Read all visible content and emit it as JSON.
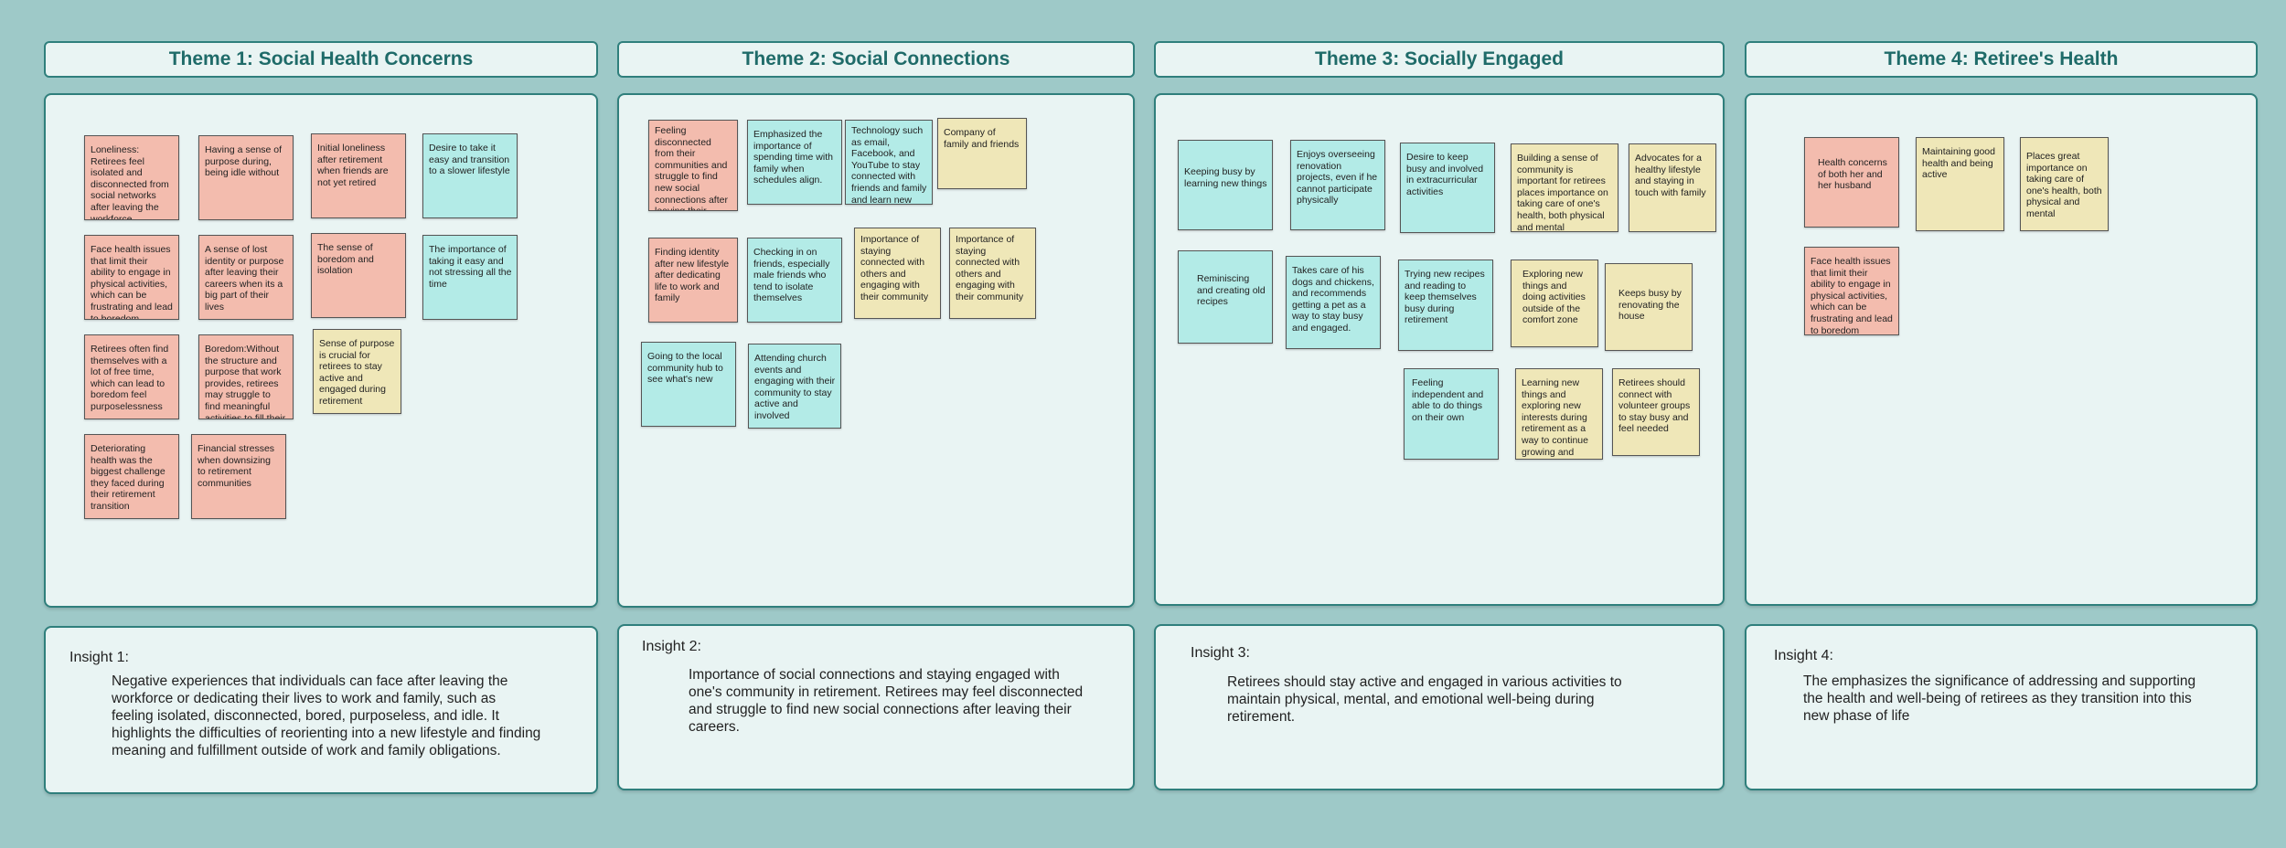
{
  "colors": {
    "background": "#9ec9c8",
    "panel": "#e9f4f3",
    "border": "#2f7f7c",
    "title_text": "#1f6b69",
    "note_pink": "#f3bcae",
    "note_teal": "#b3ebe7",
    "note_yellow": "#efe7b8"
  },
  "themes": [
    {
      "title": "Theme 1: Social Health Concerns",
      "notes": [
        {
          "text": "Loneliness: Retirees feel isolated and disconnected from social networks after leaving the workforce.",
          "color": "pink"
        },
        {
          "text": "Having a sense of purpose during, being idle without",
          "color": "pink"
        },
        {
          "text": "Initial loneliness after retirement when friends are not yet retired",
          "color": "pink"
        },
        {
          "text": "Desire to take it easy and transition to a slower lifestyle",
          "color": "teal"
        },
        {
          "text": "Face health issues that limit their ability to engage in physical activities, which can be frustrating and lead to boredom",
          "color": "pink"
        },
        {
          "text": "A sense of lost identity or purpose after leaving their careers when its a big part of their lives",
          "color": "pink"
        },
        {
          "text": "The sense of boredom and isolation",
          "color": "pink"
        },
        {
          "text": "The importance of taking it easy and not stressing all the time",
          "color": "teal"
        },
        {
          "text": "Retirees often find themselves with a lot of free time, which can lead to boredom feel purposelessness",
          "color": "pink"
        },
        {
          "text": "Boredom:Without the structure and purpose that work provides, retirees may struggle to find meaningful activities to fill their time",
          "color": "pink"
        },
        {
          "text": "Sense of purpose is crucial for retirees to stay active and engaged during retirement",
          "color": "yellow"
        },
        {
          "text": "Deteriorating health was the biggest challenge they faced during their retirement transition",
          "color": "pink"
        },
        {
          "text": "Financial stresses when downsizing to retirement communities",
          "color": "pink"
        }
      ]
    },
    {
      "title": "Theme 2: Social Connections",
      "notes": [
        {
          "text": "Feeling disconnected from their communities and struggle to find new social connections after leaving their careers",
          "color": "pink"
        },
        {
          "text": "Emphasized the importance of spending time with family when schedules align.",
          "color": "teal"
        },
        {
          "text": "Technology such as email, Facebook, and YouTube to stay connected with friends and family and learn new things",
          "color": "teal"
        },
        {
          "text": "Company of family and friends",
          "color": "yellow"
        },
        {
          "text": "Finding identity after new lifestyle after dedicating life to work and family",
          "color": "pink"
        },
        {
          "text": "Checking in on friends, especially male friends who tend to isolate themselves",
          "color": "teal"
        },
        {
          "text": "Importance of staying connected with others and engaging with their community",
          "color": "yellow"
        },
        {
          "text": "Importance of staying connected with others and engaging with their community",
          "color": "yellow"
        },
        {
          "text": "Going to the local community hub to see what's new",
          "color": "teal"
        },
        {
          "text": "Attending church events and engaging with their community to stay active and involved",
          "color": "teal"
        }
      ]
    },
    {
      "title": "Theme 3: Socially Engaged",
      "notes": [
        {
          "text": "Keeping busy by learning new things",
          "color": "teal"
        },
        {
          "text": "Enjoys overseeing renovation projects, even if he cannot participate physically",
          "color": "teal"
        },
        {
          "text": "Desire to keep busy and involved in extracurricular activities",
          "color": "teal"
        },
        {
          "text": "Building a sense of community is important for retirees places importance on taking care of one's health, both physical and mental",
          "color": "yellow"
        },
        {
          "text": "Advocates for a healthy lifestyle and staying in touch with family",
          "color": "yellow"
        },
        {
          "text": "Reminiscing and creating old recipes",
          "color": "teal"
        },
        {
          "text": "Takes care of his dogs and chickens, and recommends getting a pet as a way to stay busy and engaged.",
          "color": "teal"
        },
        {
          "text": "Trying new recipes and reading to keep themselves busy during retirement",
          "color": "teal"
        },
        {
          "text": "Exploring new things and doing activities outside of the comfort zone",
          "color": "yellow"
        },
        {
          "text": "Keeps busy by renovating the house",
          "color": "yellow"
        },
        {
          "text": "Feeling independent and able to do things on their own",
          "color": "teal"
        },
        {
          "text": "Learning new things and exploring new interests during retirement as a way to continue growing and developing",
          "color": "yellow"
        },
        {
          "text": "Retirees should connect with volunteer groups to stay busy and feel needed",
          "color": "yellow"
        }
      ]
    },
    {
      "title": "Theme 4: Retiree's Health",
      "notes": [
        {
          "text": "Health concerns of both her and her husband",
          "color": "pink"
        },
        {
          "text": "Maintaining good health and being active",
          "color": "yellow"
        },
        {
          "text": "Places great importance on taking care of one's health, both physical and mental",
          "color": "yellow"
        },
        {
          "text": "Face health issues that limit their ability to engage in physical activities, which can be frustrating and lead to boredom",
          "color": "pink"
        }
      ]
    }
  ],
  "insights": [
    {
      "title": "Insight 1:",
      "text": "Negative experiences that individuals can face after leaving the workforce or dedicating their lives to work and family, such as feeling isolated, disconnected, bored, purposeless, and idle. It highlights the difficulties of reorienting into a new lifestyle and finding meaning and fulfillment outside of work and family obligations."
    },
    {
      "title": "Insight 2:",
      "text": "Importance of social connections and staying engaged with one's community in retirement. Retirees may feel disconnected and struggle to find new social connections after leaving their careers."
    },
    {
      "title": "Insight 3:",
      "text": "Retirees should stay active and engaged in various activities to maintain physical, mental, and emotional well-being during retirement."
    },
    {
      "title": "Insight 4:",
      "text": "The emphasizes the significance of addressing and supporting the health and well-being of retirees as they transition into this new phase of life"
    }
  ]
}
